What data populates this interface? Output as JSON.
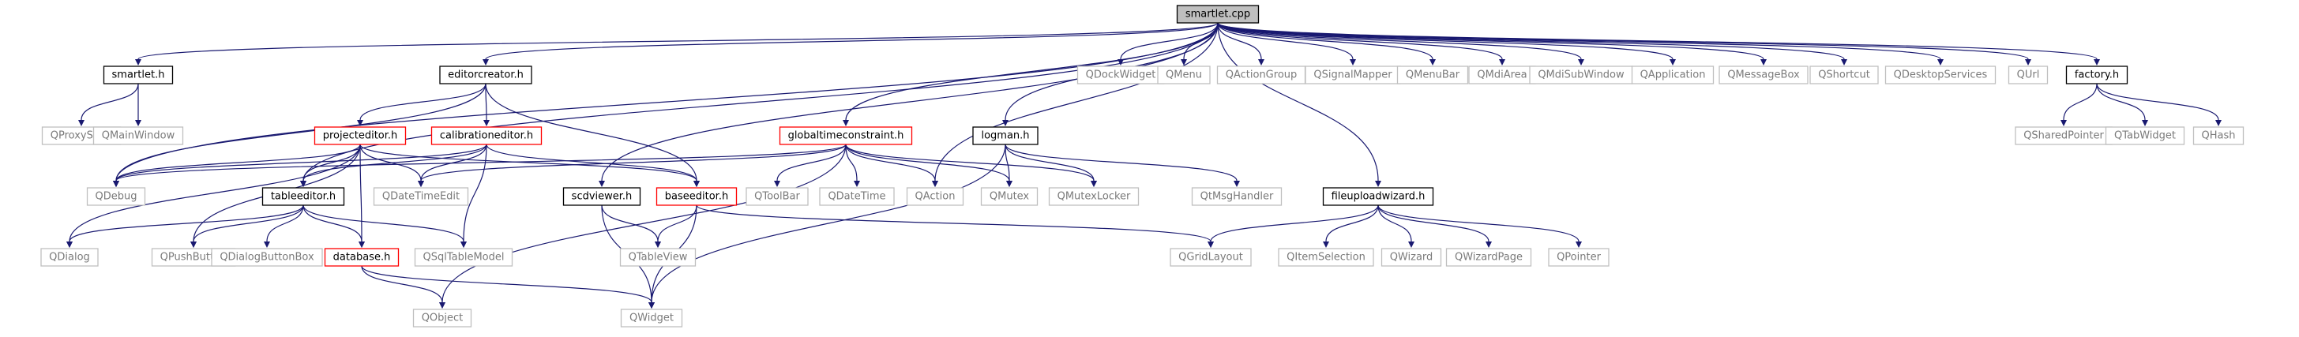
{
  "legend": {
    "root_fill": "#bfbfbf",
    "file_border": "#000000",
    "incomplete_border": "#ff0000",
    "external_border": "#bfbfbf",
    "edge_color": "#191970"
  },
  "nodes": [
    {
      "id": "smartlet_cpp",
      "label": "smartlet.cpp",
      "kind": "root"
    },
    {
      "id": "smartlet_h",
      "label": "smartlet.h",
      "kind": "file"
    },
    {
      "id": "editorcreator_h",
      "label": "editorcreator.h",
      "kind": "file"
    },
    {
      "id": "QDockWidget",
      "label": "QDockWidget",
      "kind": "ext"
    },
    {
      "id": "QMenu",
      "label": "QMenu",
      "kind": "ext"
    },
    {
      "id": "QActionGroup",
      "label": "QActionGroup",
      "kind": "ext"
    },
    {
      "id": "QSignalMapper",
      "label": "QSignalMapper",
      "kind": "ext"
    },
    {
      "id": "QMenuBar",
      "label": "QMenuBar",
      "kind": "ext"
    },
    {
      "id": "QMdiArea",
      "label": "QMdiArea",
      "kind": "ext"
    },
    {
      "id": "QMdiSubWindow",
      "label": "QMdiSubWindow",
      "kind": "ext"
    },
    {
      "id": "QApplication",
      "label": "QApplication",
      "kind": "ext"
    },
    {
      "id": "QMessageBox",
      "label": "QMessageBox",
      "kind": "ext"
    },
    {
      "id": "QShortcut",
      "label": "QShortcut",
      "kind": "ext"
    },
    {
      "id": "QDesktopServices",
      "label": "QDesktopServices",
      "kind": "ext"
    },
    {
      "id": "QUrl",
      "label": "QUrl",
      "kind": "ext"
    },
    {
      "id": "factory_h",
      "label": "factory.h",
      "kind": "file"
    },
    {
      "id": "QProxyStyle",
      "label": "QProxyStyle",
      "kind": "ext"
    },
    {
      "id": "QMainWindow",
      "label": "QMainWindow",
      "kind": "ext"
    },
    {
      "id": "projecteditor_h",
      "label": "projecteditor.h",
      "kind": "incomplete"
    },
    {
      "id": "calibrationeditor_h",
      "label": "calibrationeditor.h",
      "kind": "incomplete"
    },
    {
      "id": "globaltimeconstraint_h",
      "label": "globaltimeconstraint.h",
      "kind": "incomplete"
    },
    {
      "id": "logman_h",
      "label": "logman.h",
      "kind": "file"
    },
    {
      "id": "QSharedPointer",
      "label": "QSharedPointer",
      "kind": "ext"
    },
    {
      "id": "QTabWidget",
      "label": "QTabWidget",
      "kind": "ext"
    },
    {
      "id": "QHash",
      "label": "QHash",
      "kind": "ext"
    },
    {
      "id": "QDebug",
      "label": "QDebug",
      "kind": "ext"
    },
    {
      "id": "QDateTimeEdit",
      "label": "QDateTimeEdit",
      "kind": "ext"
    },
    {
      "id": "tableeditor_h",
      "label": "tableeditor.h",
      "kind": "file"
    },
    {
      "id": "QToolBar",
      "label": "QToolBar",
      "kind": "ext"
    },
    {
      "id": "QDateTime",
      "label": "QDateTime",
      "kind": "ext"
    },
    {
      "id": "QAction",
      "label": "QAction",
      "kind": "ext"
    },
    {
      "id": "QMutex",
      "label": "QMutex",
      "kind": "ext"
    },
    {
      "id": "QMutexLocker",
      "label": "QMutexLocker",
      "kind": "ext"
    },
    {
      "id": "QtMsgHandler",
      "label": "QtMsgHandler",
      "kind": "ext"
    },
    {
      "id": "fileuploadwizard_h",
      "label": "fileuploadwizard.h",
      "kind": "file"
    },
    {
      "id": "scdviewer_h",
      "label": "scdviewer.h",
      "kind": "file"
    },
    {
      "id": "baseeditor_h",
      "label": "baseeditor.h",
      "kind": "incomplete"
    },
    {
      "id": "QDialog",
      "label": "QDialog",
      "kind": "ext"
    },
    {
      "id": "QPushButton",
      "label": "QPushButton",
      "kind": "ext"
    },
    {
      "id": "QDialogButtonBox",
      "label": "QDialogButtonBox",
      "kind": "ext"
    },
    {
      "id": "database_h",
      "label": "database.h",
      "kind": "incomplete"
    },
    {
      "id": "QSqlTableModel",
      "label": "QSqlTableModel",
      "kind": "ext"
    },
    {
      "id": "QTableView",
      "label": "QTableView",
      "kind": "ext"
    },
    {
      "id": "QGridLayout",
      "label": "QGridLayout",
      "kind": "ext"
    },
    {
      "id": "QItemSelection",
      "label": "QItemSelection",
      "kind": "ext"
    },
    {
      "id": "QWizard",
      "label": "QWizard",
      "kind": "ext"
    },
    {
      "id": "QWizardPage",
      "label": "QWizardPage",
      "kind": "ext"
    },
    {
      "id": "QPointer",
      "label": "QPointer",
      "kind": "ext"
    },
    {
      "id": "QObject",
      "label": "QObject",
      "kind": "ext"
    },
    {
      "id": "QWidget",
      "label": "QWidget",
      "kind": "ext"
    }
  ],
  "edges": [
    [
      "smartlet_cpp",
      "smartlet_h"
    ],
    [
      "smartlet_cpp",
      "editorcreator_h"
    ],
    [
      "smartlet_cpp",
      "QDebug"
    ],
    [
      "smartlet_cpp",
      "tableeditor_h"
    ],
    [
      "smartlet_cpp",
      "globaltimeconstraint_h"
    ],
    [
      "smartlet_cpp",
      "scdviewer_h"
    ],
    [
      "smartlet_cpp",
      "QAction"
    ],
    [
      "smartlet_cpp",
      "logman_h"
    ],
    [
      "smartlet_cpp",
      "fileuploadwizard_h"
    ],
    [
      "smartlet_cpp",
      "QDockWidget"
    ],
    [
      "smartlet_cpp",
      "QMenu"
    ],
    [
      "smartlet_cpp",
      "QActionGroup"
    ],
    [
      "smartlet_cpp",
      "QSignalMapper"
    ],
    [
      "smartlet_cpp",
      "QMenuBar"
    ],
    [
      "smartlet_cpp",
      "QMdiArea"
    ],
    [
      "smartlet_cpp",
      "QMdiSubWindow"
    ],
    [
      "smartlet_cpp",
      "QApplication"
    ],
    [
      "smartlet_cpp",
      "QMessageBox"
    ],
    [
      "smartlet_cpp",
      "QShortcut"
    ],
    [
      "smartlet_cpp",
      "QDesktopServices"
    ],
    [
      "smartlet_cpp",
      "QUrl"
    ],
    [
      "smartlet_cpp",
      "factory_h"
    ],
    [
      "smartlet_h",
      "QProxyStyle"
    ],
    [
      "smartlet_h",
      "QMainWindow"
    ],
    [
      "editorcreator_h",
      "projecteditor_h"
    ],
    [
      "editorcreator_h",
      "calibrationeditor_h"
    ],
    [
      "editorcreator_h",
      "QDebug"
    ],
    [
      "editorcreator_h",
      "baseeditor_h"
    ],
    [
      "factory_h",
      "QSharedPointer"
    ],
    [
      "factory_h",
      "QTabWidget"
    ],
    [
      "factory_h",
      "QHash"
    ],
    [
      "projecteditor_h",
      "QDebug"
    ],
    [
      "projecteditor_h",
      "QDateTimeEdit"
    ],
    [
      "projecteditor_h",
      "tableeditor_h"
    ],
    [
      "projecteditor_h",
      "baseeditor_h"
    ],
    [
      "projecteditor_h",
      "database_h"
    ],
    [
      "projecteditor_h",
      "QDialog"
    ],
    [
      "projecteditor_h",
      "QPushButton"
    ],
    [
      "calibrationeditor_h",
      "tableeditor_h"
    ],
    [
      "calibrationeditor_h",
      "QDateTimeEdit"
    ],
    [
      "calibrationeditor_h",
      "baseeditor_h"
    ],
    [
      "calibrationeditor_h",
      "QSqlTableModel"
    ],
    [
      "calibrationeditor_h",
      "QDebug"
    ],
    [
      "globaltimeconstraint_h",
      "QDebug"
    ],
    [
      "globaltimeconstraint_h",
      "QDateTimeEdit"
    ],
    [
      "globaltimeconstraint_h",
      "QToolBar"
    ],
    [
      "globaltimeconstraint_h",
      "QDateTime"
    ],
    [
      "globaltimeconstraint_h",
      "QAction"
    ],
    [
      "globaltimeconstraint_h",
      "QMutex"
    ],
    [
      "globaltimeconstraint_h",
      "QMutexLocker"
    ],
    [
      "globaltimeconstraint_h",
      "QObject"
    ],
    [
      "logman_h",
      "QMutex"
    ],
    [
      "logman_h",
      "QMutexLocker"
    ],
    [
      "logman_h",
      "QtMsgHandler"
    ],
    [
      "logman_h",
      "QWidget"
    ],
    [
      "tableeditor_h",
      "QDialog"
    ],
    [
      "tableeditor_h",
      "QPushButton"
    ],
    [
      "tableeditor_h",
      "QDialogButtonBox"
    ],
    [
      "tableeditor_h",
      "database_h"
    ],
    [
      "tableeditor_h",
      "QSqlTableModel"
    ],
    [
      "scdviewer_h",
      "QTableView"
    ],
    [
      "scdviewer_h",
      "QWidget"
    ],
    [
      "baseeditor_h",
      "QTableView"
    ],
    [
      "baseeditor_h",
      "QWidget"
    ],
    [
      "baseeditor_h",
      "QGridLayout"
    ],
    [
      "database_h",
      "QObject"
    ],
    [
      "database_h",
      "QWidget"
    ],
    [
      "fileuploadwizard_h",
      "QGridLayout"
    ],
    [
      "fileuploadwizard_h",
      "QItemSelection"
    ],
    [
      "fileuploadwizard_h",
      "QWizard"
    ],
    [
      "fileuploadwizard_h",
      "QWizardPage"
    ],
    [
      "fileuploadwizard_h",
      "QPointer"
    ]
  ]
}
